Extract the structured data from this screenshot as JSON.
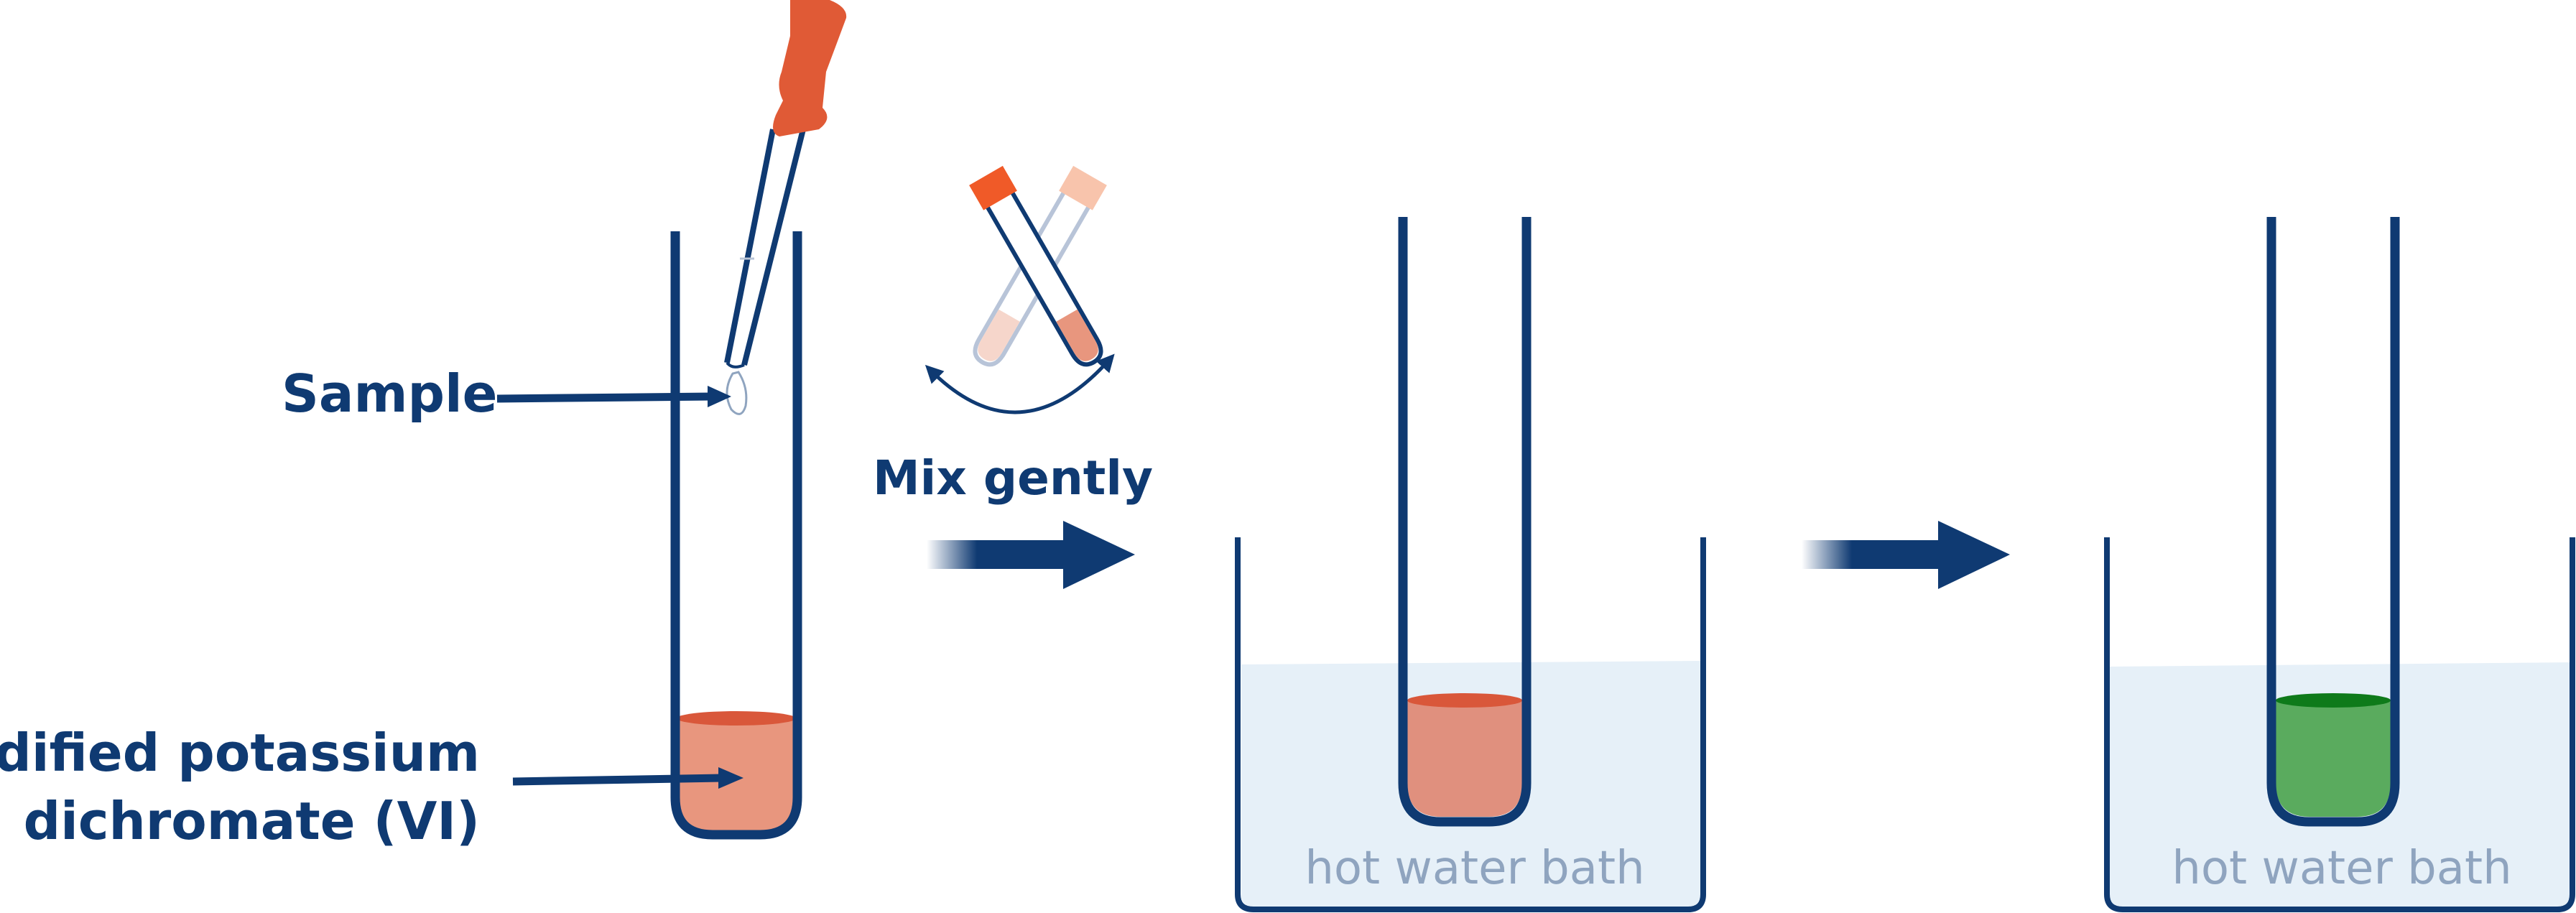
{
  "labels": {
    "sample": "Sample",
    "reagent_line1": "Acidified potassium",
    "reagent_line2": "dichromate (VI)",
    "mix": "Mix gently",
    "bath_1": "hot water bath",
    "bath_2": "hot water bath"
  },
  "colors": {
    "outline": "#0f3a72",
    "dropper_bulb": "#e05a36",
    "dichromate_solution": "#e8967e",
    "dichromate_surface": "#d9573a",
    "heated_solution": "#e0907e",
    "green_solution": "#5aab5e",
    "green_surface": "#0e7a1a",
    "water": "#e6f0f8",
    "bath_text": "#8fa4bf",
    "mix_tube_cap_dark": "#f05a28",
    "mix_tube_cap_light": "#f8c4ac"
  }
}
